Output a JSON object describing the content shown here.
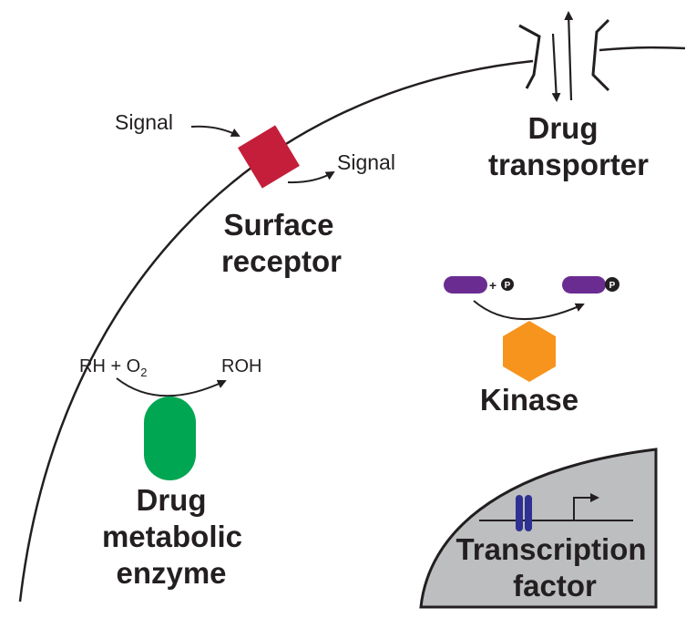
{
  "colors": {
    "membrane": "#231f20",
    "receptor": "#c41e3a",
    "kinase_substrate": "#6a2c91",
    "kinase": "#f7941d",
    "enzyme": "#00a651",
    "nucleus_fill": "#bcbec0",
    "tf_protein": "#2e3192"
  },
  "receptor": {
    "signal_in": "Signal",
    "signal_out": "Signal",
    "label_line1": "Surface",
    "label_line2": "receptor"
  },
  "transporter": {
    "label_line1": "Drug",
    "label_line2": "transporter"
  },
  "kinase": {
    "plus": "+",
    "phospho": "P",
    "label": "Kinase"
  },
  "enzyme": {
    "substrate": "RH + O",
    "oxygen_subscript": "2",
    "product": "ROH",
    "label_line1": "Drug",
    "label_line2": "metabolic",
    "label_line3": "enzyme"
  },
  "transcription_factor": {
    "label_line1": "Transcription",
    "label_line2": "factor"
  }
}
